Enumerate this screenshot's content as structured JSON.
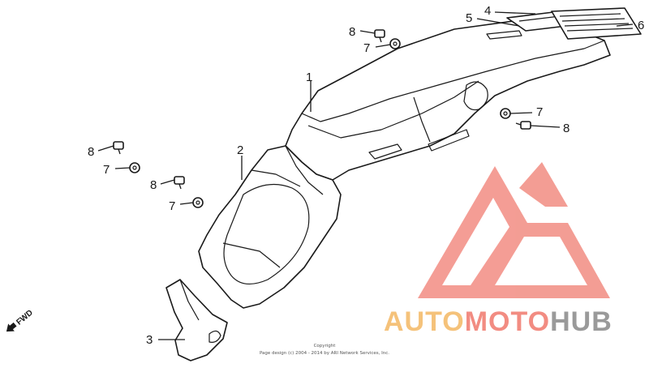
{
  "callouts": {
    "c1": "1",
    "c2": "2",
    "c3": "3",
    "c4": "4",
    "c5": "5",
    "c6": "6",
    "c7a": "7",
    "c7b": "7",
    "c7c": "7",
    "c7d": "7",
    "c8a": "8",
    "c8b": "8",
    "c8c": "8",
    "c8d": "8"
  },
  "fwd_label": "FWD",
  "copyright": {
    "line1": "Copyright",
    "line2": "Page design (c) 2004 - 2014 by ARI Network Services, Inc."
  },
  "watermark": {
    "part1": "AUTO",
    "part2": "MOTO",
    "part3": "HUB",
    "colors": {
      "part1": "#f5c27a",
      "part2": "#f28c82",
      "part3": "#9a9a9a",
      "logo": "#f28c82"
    }
  }
}
